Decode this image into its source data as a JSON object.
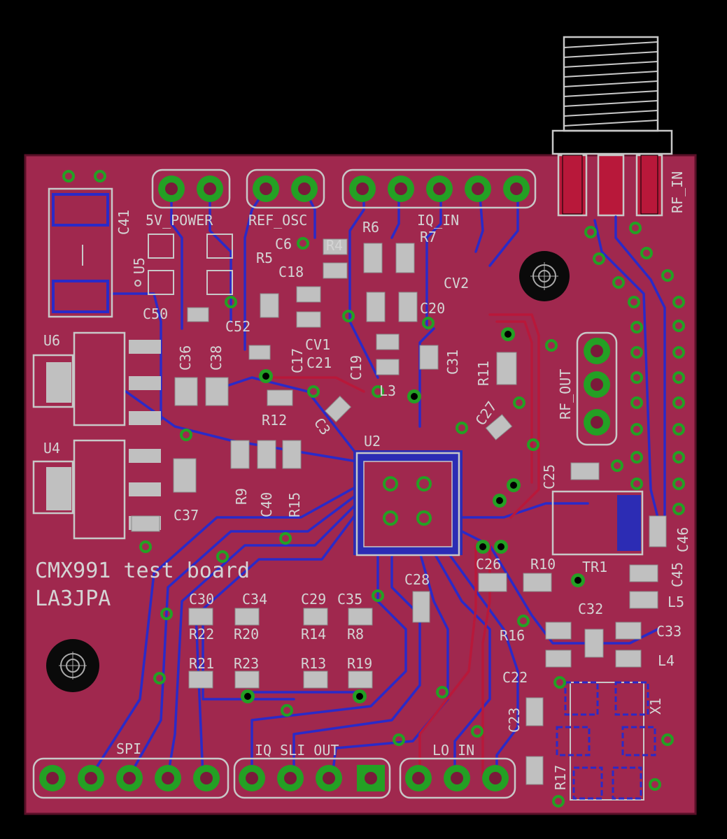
{
  "board": {
    "title": "CMX991 test board",
    "author": "LA3JPA",
    "colors": {
      "background": "#000000",
      "board_fill": "#a0284e",
      "bottom_copper": "#2a2ac8",
      "top_copper": "#b8183a",
      "pad_silver": "#c0c0c0",
      "via_green": "#24a024",
      "silkscreen": "#c8c8c8"
    }
  },
  "headers": {
    "five_v_power": "5V_POWER",
    "ref_osc": "REF_OSC",
    "iq_in": "IQ_IN",
    "rf_out": "RF_OUT",
    "rf_in": "RF_IN",
    "spi": "SPI",
    "iq_sli_out": "IQ_SLI_OUT",
    "lo_in": "LO_IN"
  },
  "components": {
    "C41": "C41",
    "U5": "U5",
    "U6": "U6",
    "U4": "U4",
    "U2": "U2",
    "C50": "C50",
    "C52": "C52",
    "C36": "C36",
    "C38": "C38",
    "C37": "C37",
    "R5": "R5",
    "C6": "C6",
    "R4": "R4",
    "R6": "R6",
    "R7": "R7",
    "C18": "C18",
    "CV2": "CV2",
    "C20": "C20",
    "CV1": "CV1",
    "C17": "C17",
    "C21": "C21",
    "C19": "C19",
    "L3": "L3",
    "C31": "C31",
    "R11": "R11",
    "C27": "C27",
    "R12": "R12",
    "C3": "C3",
    "R9": "R9",
    "C40": "C40",
    "R15": "R15",
    "C25": "C25",
    "C46": "C46",
    "C45": "C45",
    "L5": "L5",
    "C26": "C26",
    "R10": "R10",
    "TR1": "TR1",
    "C28": "C28",
    "C30": "C30",
    "C34": "C34",
    "C29": "C29",
    "C35": "C35",
    "R22": "R22",
    "R20": "R20",
    "R14": "R14",
    "R8": "R8",
    "R21": "R21",
    "R23": "R23",
    "R13": "R13",
    "R19": "R19",
    "C32": "C32",
    "R16": "R16",
    "C33": "C33",
    "L4": "L4",
    "C22": "C22",
    "C23": "C23",
    "X1": "X1",
    "R17": "R17"
  }
}
